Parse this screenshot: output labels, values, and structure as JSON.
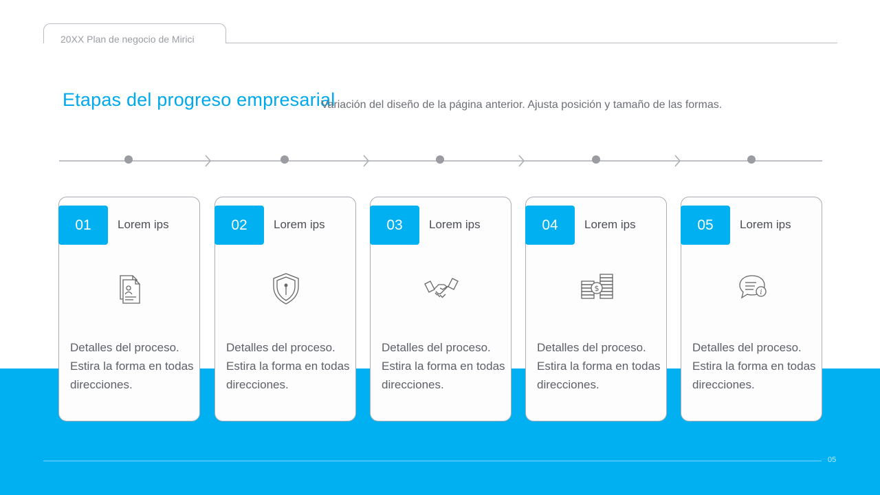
{
  "header": {
    "text": "20XX Plan de negocio de Mirici"
  },
  "title": "Etapas del progreso empresarial",
  "subtitle": "Variación del diseño de la página anterior. Ajusta posición y tamaño de las formas.",
  "colors": {
    "accent": "#00b0f0",
    "title": "#00a8ec",
    "border": "#a9acb3"
  },
  "cards": [
    {
      "number": "01",
      "title": "Lorem ips",
      "icon": "documents-icon",
      "description": "Detalles del proceso. Estira la forma en todas direcciones."
    },
    {
      "number": "02",
      "title": "Lorem ips",
      "icon": "shield-icon",
      "description": "Detalles del proceso. Estira la forma en todas direcciones."
    },
    {
      "number": "03",
      "title": "Lorem ips",
      "icon": "handshake-icon",
      "description": "Detalles del proceso. Estira la forma en todas direcciones."
    },
    {
      "number": "04",
      "title": "Lorem ips",
      "icon": "coins-icon",
      "description": "Detalles del proceso. Estira la forma en todas direcciones."
    },
    {
      "number": "05",
      "title": "Lorem ips",
      "icon": "chat-info-icon",
      "description": "Detalles del proceso. Estira la forma en todas direcciones."
    }
  ],
  "footer": {
    "page_number": "05"
  }
}
